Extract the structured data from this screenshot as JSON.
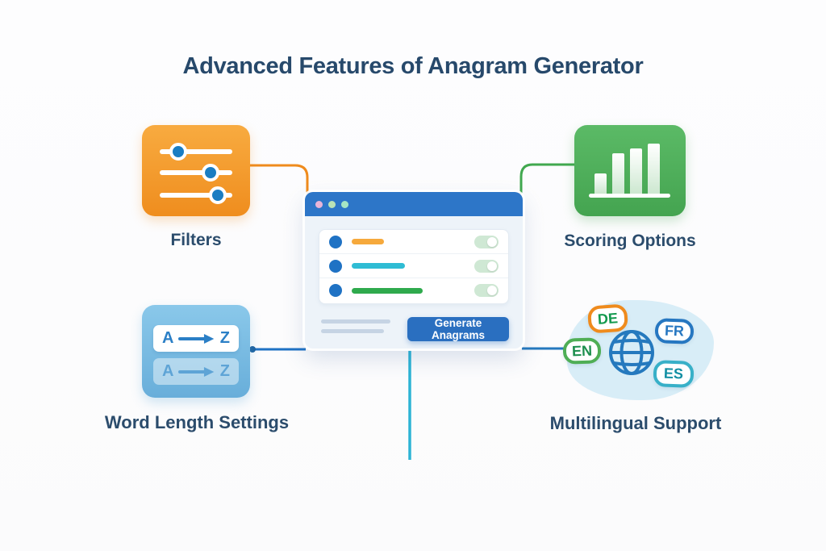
{
  "title": "Advanced Features of Anagram Generator",
  "features": {
    "filters": {
      "label": "Filters",
      "icon": "sliders-icon",
      "accent_color": "#f29a2e"
    },
    "scoring": {
      "label": "Scoring Options",
      "icon": "bar-chart-icon",
      "accent_color": "#53b35e"
    },
    "word_length": {
      "label": "Word Length Settings",
      "icon": "a-to-z-icon",
      "accent_color": "#79bce4",
      "from_letter": "A",
      "to_letter": "Z"
    },
    "multilingual": {
      "label": "Multilingual Support",
      "icon": "globe-icon",
      "badges": [
        {
          "code": "DE",
          "border_color": "#ef8b1d",
          "text_color": "#13994e"
        },
        {
          "code": "FR",
          "border_color": "#2677c1",
          "text_color": "#2677c1"
        },
        {
          "code": "EN",
          "border_color": "#4fae55",
          "text_color": "#1d8f4e"
        },
        {
          "code": "ES",
          "border_color": "#38b0c8",
          "text_color": "#128fa3"
        }
      ]
    }
  },
  "browser_mockup": {
    "window_dots": [
      "#e8b4d8",
      "#bbe3b6",
      "#a6e6c4"
    ],
    "titlebar_color": "#2d76c8",
    "toggle_rows": [
      {
        "bar_color": "#f6a93c",
        "toggle_state": "on"
      },
      {
        "bar_color": "#2fbcd4",
        "toggle_state": "on"
      },
      {
        "bar_color": "#2faa4d",
        "toggle_state": "on"
      }
    ],
    "generate_button_label": "Generate Anagrams"
  },
  "colors": {
    "title_text": "#27496b",
    "label_text": "#2b4c6c",
    "button_blue": "#2a6fc0",
    "connector_orange": "#ef8b1d",
    "connector_green": "#41a84f",
    "connector_blue": "#1f72c4",
    "connector_teal": "#2db4d5"
  }
}
